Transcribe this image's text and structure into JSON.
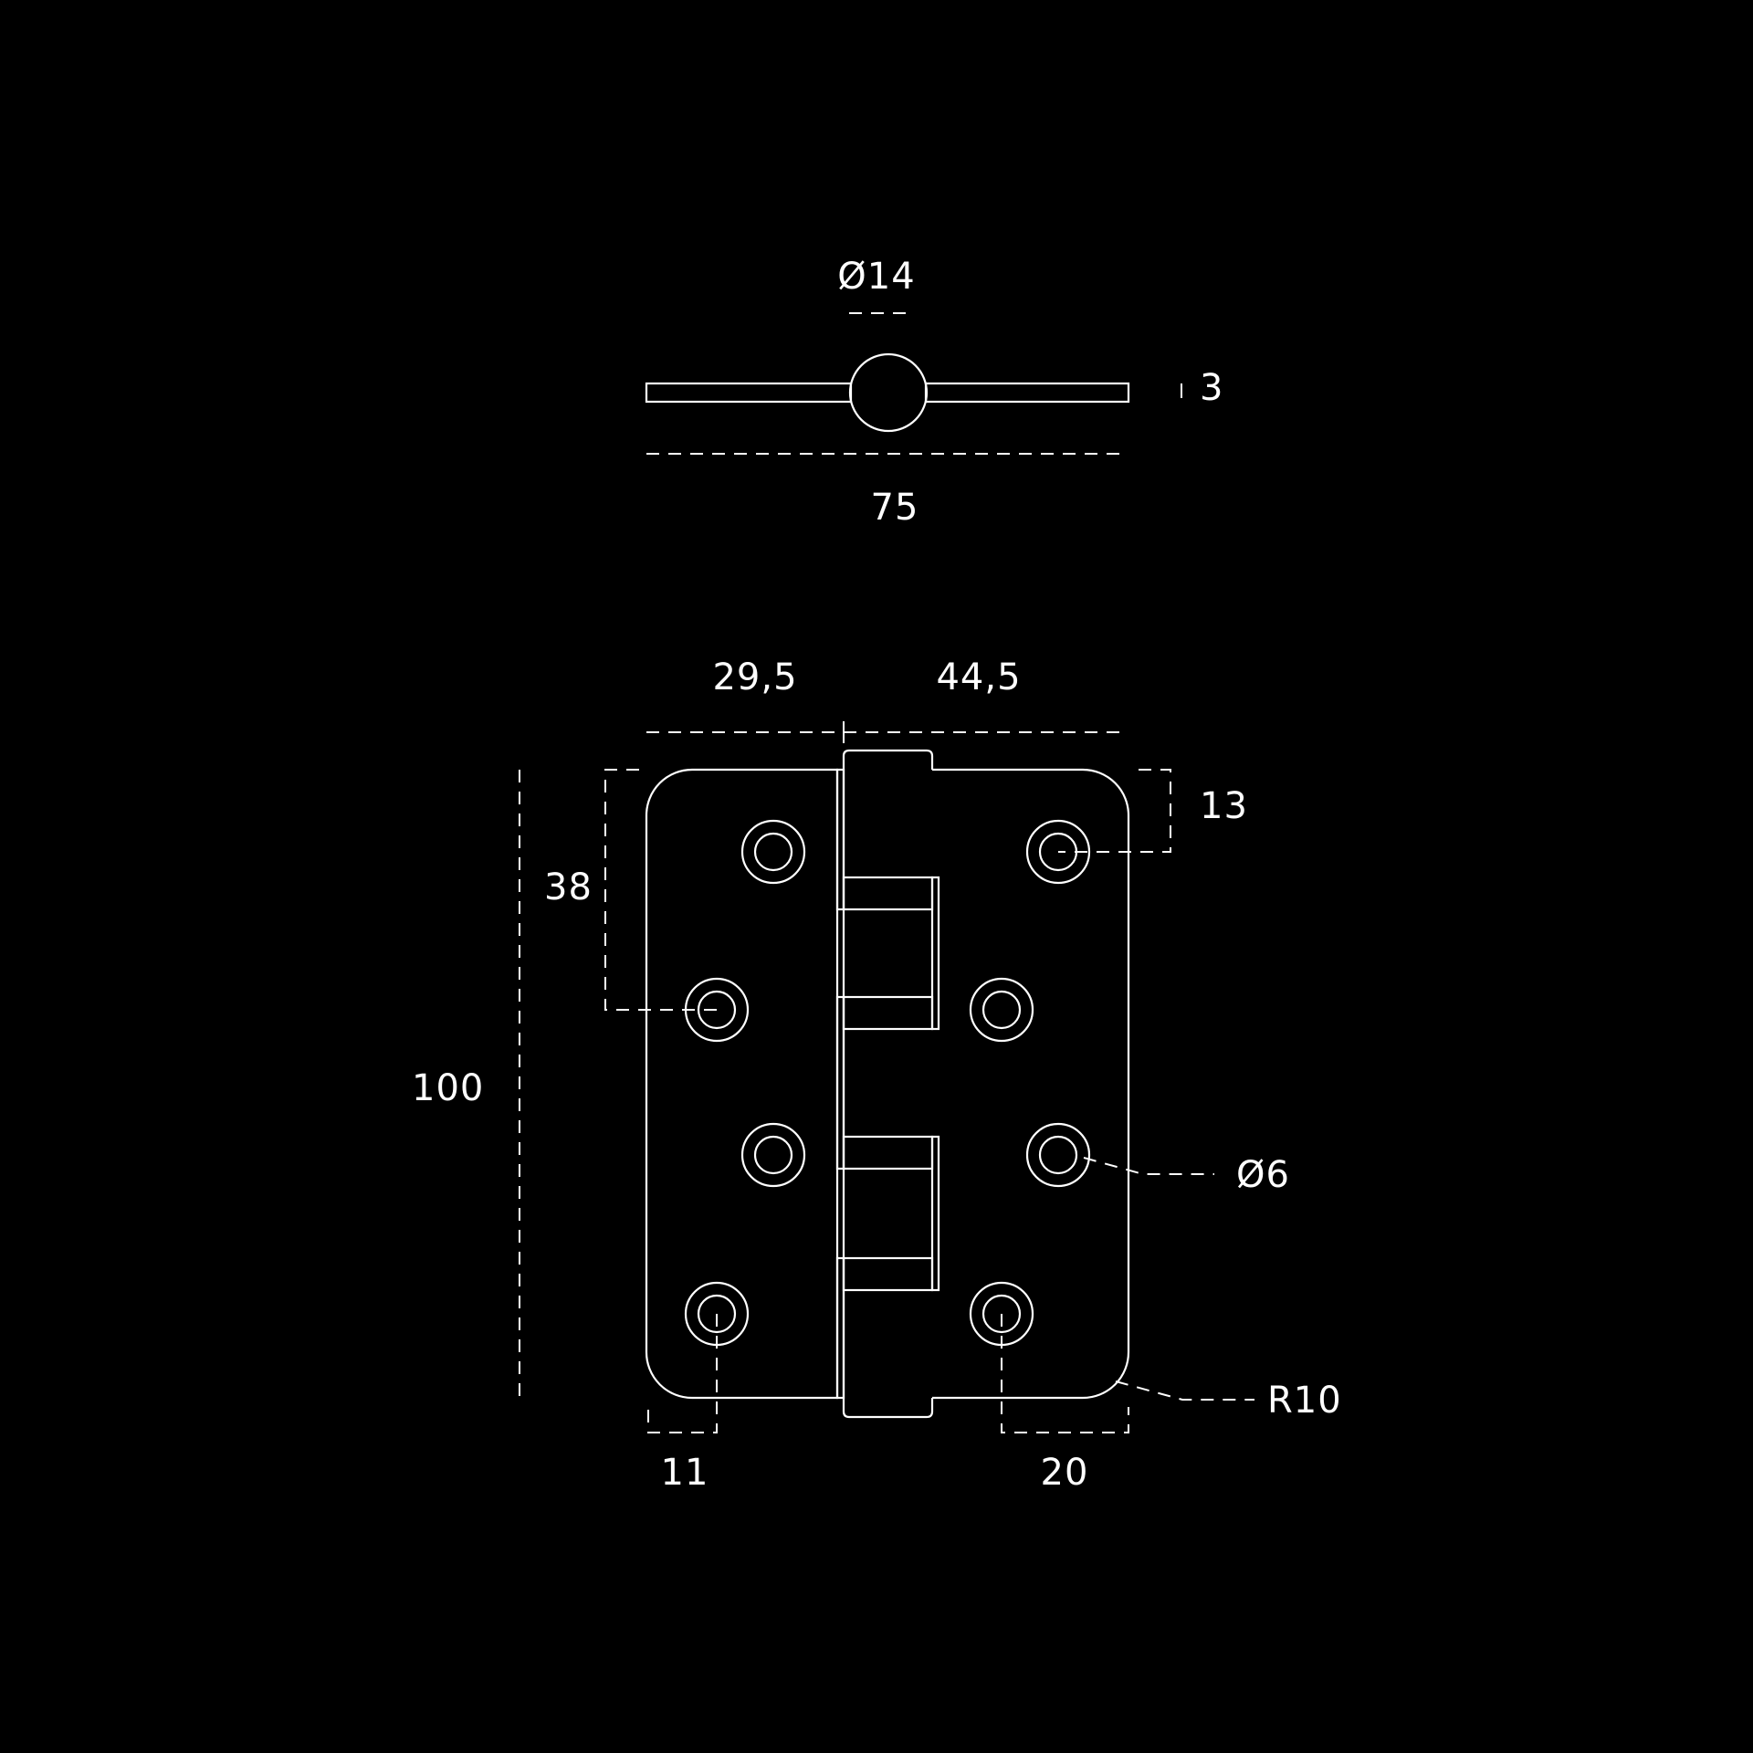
{
  "colors": {
    "background": "#000000",
    "line": "#ffffff"
  },
  "dimensions": {
    "pin_diameter": "Ø14",
    "thickness": "3",
    "overall_width": "75",
    "left_leaf_width": "29,5",
    "right_leaf_width": "44,5",
    "top_hole_offset": "13",
    "second_hole_offset": "38",
    "height": "100",
    "hole_diameter": "Ø6",
    "corner_radius": "R10",
    "bottom_left_offset": "11",
    "bottom_right_offset": "20"
  }
}
